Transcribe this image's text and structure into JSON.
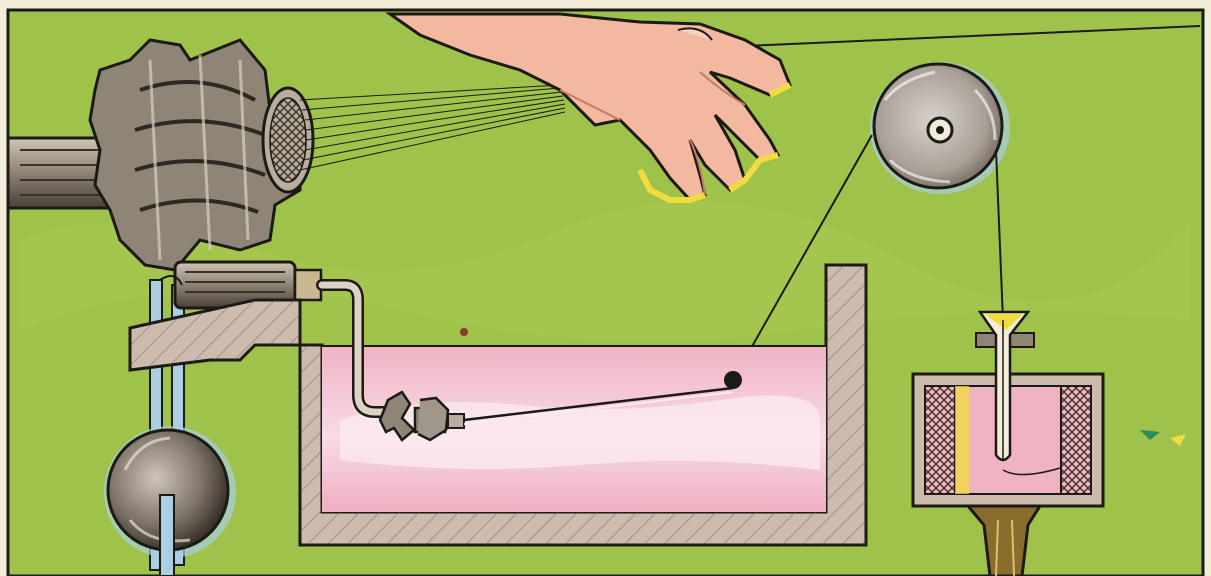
{
  "illustration": {
    "caption": "",
    "colors": {
      "background": "#9fc24a",
      "paper": "#f3ecd8",
      "outline": "#1b1a16",
      "bath_liquid": "#efb3c3",
      "bath_highlight": "#fbeaf0",
      "metal": "#a59a8c",
      "metal_dark": "#3f3a33",
      "wall": "#cdbcae",
      "skin": "#f2b9a0",
      "skin_shadow": "#d98c74",
      "pulley": "#b3aba4",
      "yellow": "#f1dc3e",
      "light_blue": "#a9cfe0"
    },
    "parts": [
      "spinneret-pump",
      "hand-pulling-fibres",
      "fibre-filaments",
      "guide-pulley",
      "coagulating-bath",
      "feed-pipe",
      "submerged-spinneret",
      "immersion-roller",
      "collection-funnel",
      "collection-pot",
      "stand-pedestal",
      "side-sphere"
    ]
  }
}
